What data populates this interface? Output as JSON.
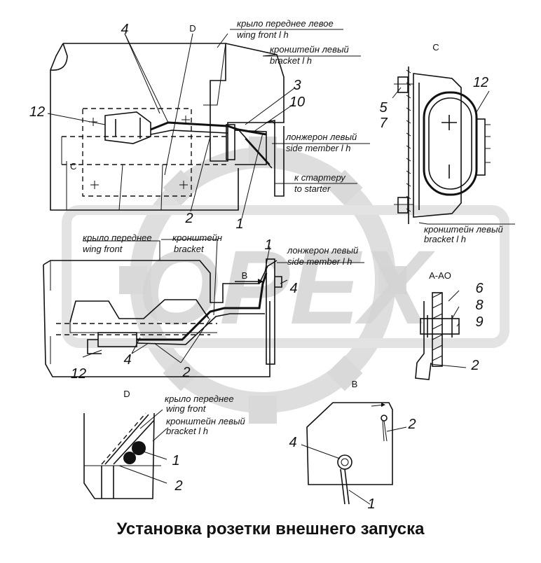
{
  "title": "Установка розетки внешнего запуска",
  "watermark": "OPEX",
  "colors": {
    "ink": "#111111",
    "watermark": "#d9d9d9",
    "background": "#ffffff"
  },
  "top_view": {
    "view_label": "D",
    "section_label": "C",
    "labels": {
      "wing_ru": "крыло переднее левое",
      "wing_en": "wing front l h",
      "bracket_ru": "кронштейн левый",
      "bracket_en": "bracket l h",
      "member_ru": "лонжерон левый",
      "member_en": "side member l h",
      "starter_ru": "к стартеру",
      "starter_en": "to starter"
    },
    "callouts": {
      "n4": "4",
      "n12": "12",
      "n3": "3",
      "n10": "10",
      "n2": "2",
      "n1": "1"
    }
  },
  "view_c": {
    "title": "C",
    "callouts": {
      "n12": "12",
      "n5": "5",
      "n7": "7"
    },
    "labels": {
      "bracket_ru": "кронштейн левый",
      "bracket_en": "bracket l h"
    }
  },
  "middle_view": {
    "labels": {
      "wing_ru": "крыло переднее",
      "wing_en": "wing front",
      "bracket_ru": "кронштейн",
      "bracket_en": "bracket",
      "member_ru": "лонжерон левый",
      "member_en": "side member l h"
    },
    "arrow_label": "B",
    "callouts": {
      "n1": "1",
      "n4a": "4",
      "n4b": "4",
      "n12": "12",
      "n2": "2"
    }
  },
  "section_aa": {
    "title": "A-AO",
    "callouts": {
      "n6": "6",
      "n8": "8",
      "n9": "9",
      "n2": "2"
    }
  },
  "view_d": {
    "title": "D",
    "labels": {
      "wing_ru": "крыло переднее",
      "wing_en": "wing front",
      "bracket_ru": "кронштейн левый",
      "bracket_en": "bracket l h"
    },
    "callouts": {
      "n1": "1",
      "n2": "2"
    }
  },
  "view_b": {
    "title": "B",
    "callouts": {
      "n4": "4",
      "n2": "2",
      "n1": "1"
    }
  }
}
